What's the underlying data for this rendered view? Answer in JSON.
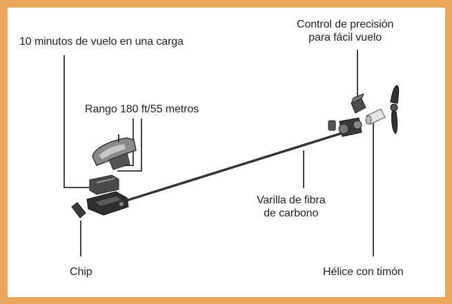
{
  "diagram": {
    "labels": {
      "flight_time": "10 minutos de vuelo en una carga",
      "range": "Rango 180 ft/55 metros",
      "control": "Control de precisión\npara fácil vuelo",
      "rod": "Varilla de fibra\nde carbono",
      "chip": "Chip",
      "propeller": "Hélice con timón"
    },
    "colors": {
      "frame": "#eaa65a",
      "background": "#ffffff",
      "text": "#222222",
      "leader_lines": "#444444",
      "parts": "#2f2f2f"
    }
  }
}
